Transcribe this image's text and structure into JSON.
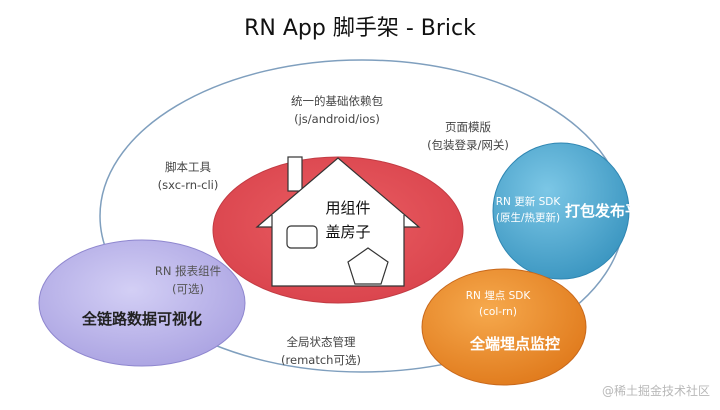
{
  "title": "RN App 脚手架 - Brick",
  "deps": {
    "line1": "统一的基础依赖包",
    "line2": "(js/android/ios)"
  },
  "cli": {
    "line1": "脚本工具",
    "line2": "(sxc-rn-cli)"
  },
  "template": {
    "line1": "页面模版",
    "line2": "(包装登录/网关)"
  },
  "house": {
    "line1": "用组件",
    "line2": "盖房子"
  },
  "update": {
    "sdk1": "RN 更新 SDK",
    "sdk2": "(原生/热更新)",
    "platform": "打包发布平台"
  },
  "report": {
    "line1": "RN 报表组件",
    "line2": "(可选)",
    "main": "全链路数据可视化"
  },
  "state": {
    "line1": "全局状态管理",
    "line2": "(rematch可选)"
  },
  "monitor": {
    "sdk1": "RN 埋点 SDK",
    "sdk2": "(col-rn)",
    "main": "全端埋点监控"
  },
  "watermark": "@稀土掘金技术社区",
  "colors": {
    "outer_stroke": "#7f9fbe",
    "core_red": "#e4525a",
    "blue": "#4aa8cf",
    "purple": "#b9b3e8",
    "orange": "#ec8a2c"
  }
}
